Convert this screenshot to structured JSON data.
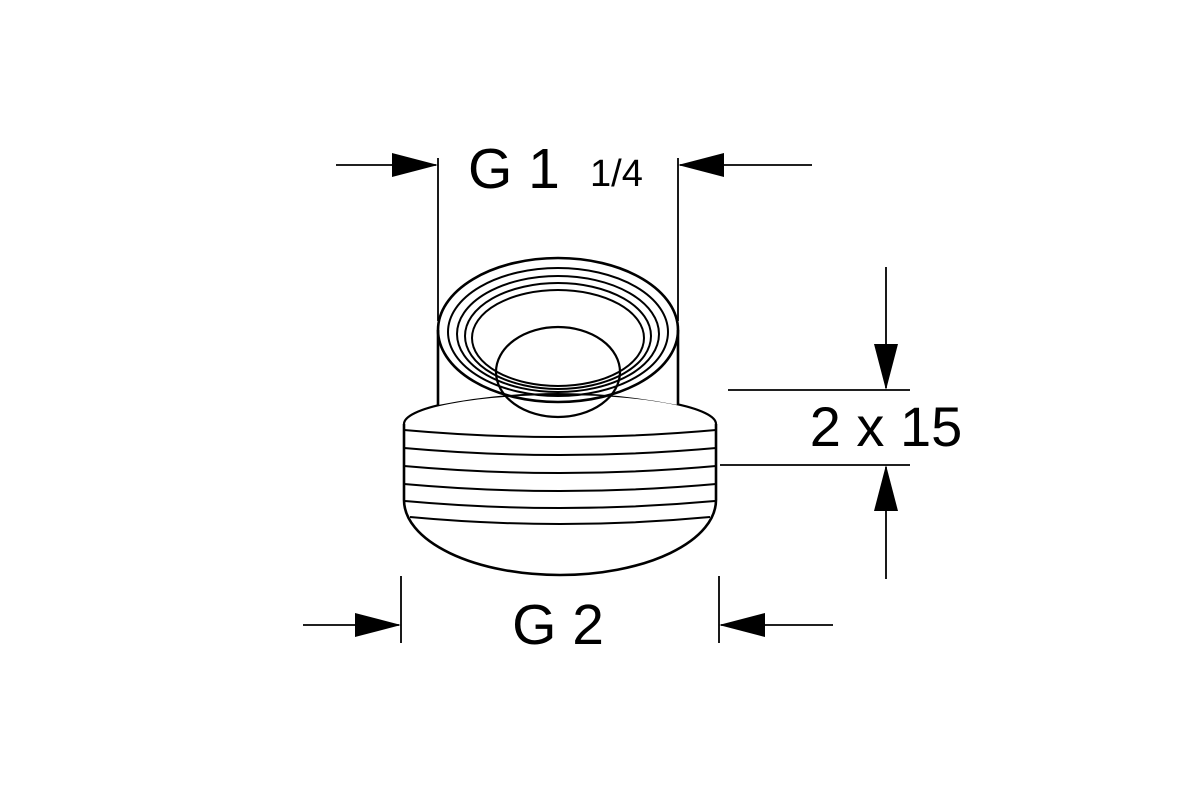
{
  "canvas": {
    "background": "#ffffff",
    "line_color": "#000000"
  },
  "drawing_type": "technical dimension drawing of threaded reducer fitting",
  "dimensions": {
    "top_thread": {
      "main": "G 1",
      "fraction": "1/4",
      "full_label": "G 1 1/4"
    },
    "thread_length": {
      "label": "2 x 15"
    },
    "bottom_thread": {
      "label": "G 2"
    }
  }
}
